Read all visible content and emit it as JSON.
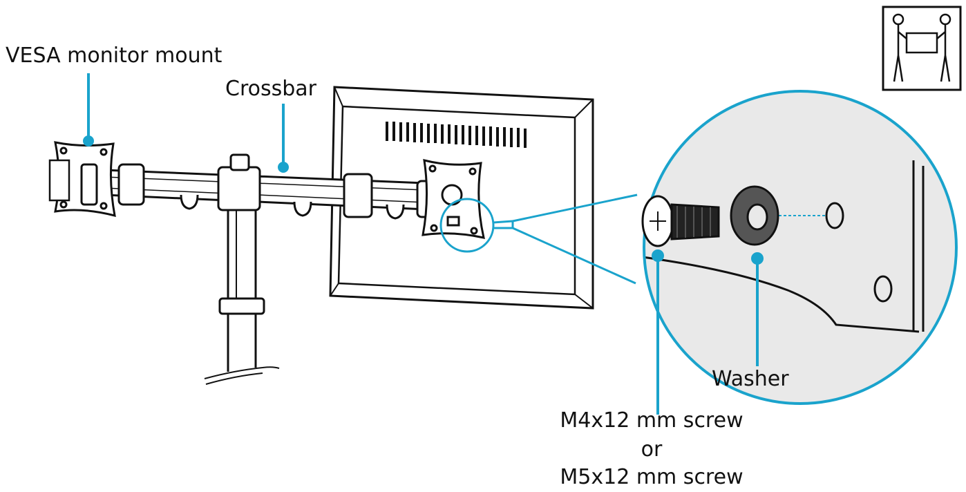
{
  "labels": {
    "vesa_mount": "VESA monitor mount",
    "crossbar": "Crossbar",
    "washer": "Washer",
    "screw_option_1": "M4x12 mm screw",
    "screw_option_or": "or",
    "screw_option_2": "M5x12 mm screw"
  },
  "icons": {
    "two_person_lift": "two-person-lift-icon"
  },
  "colors": {
    "callout": "#1aa3cc",
    "zoom_fill": "#e9e9e9",
    "line": "#111111"
  }
}
